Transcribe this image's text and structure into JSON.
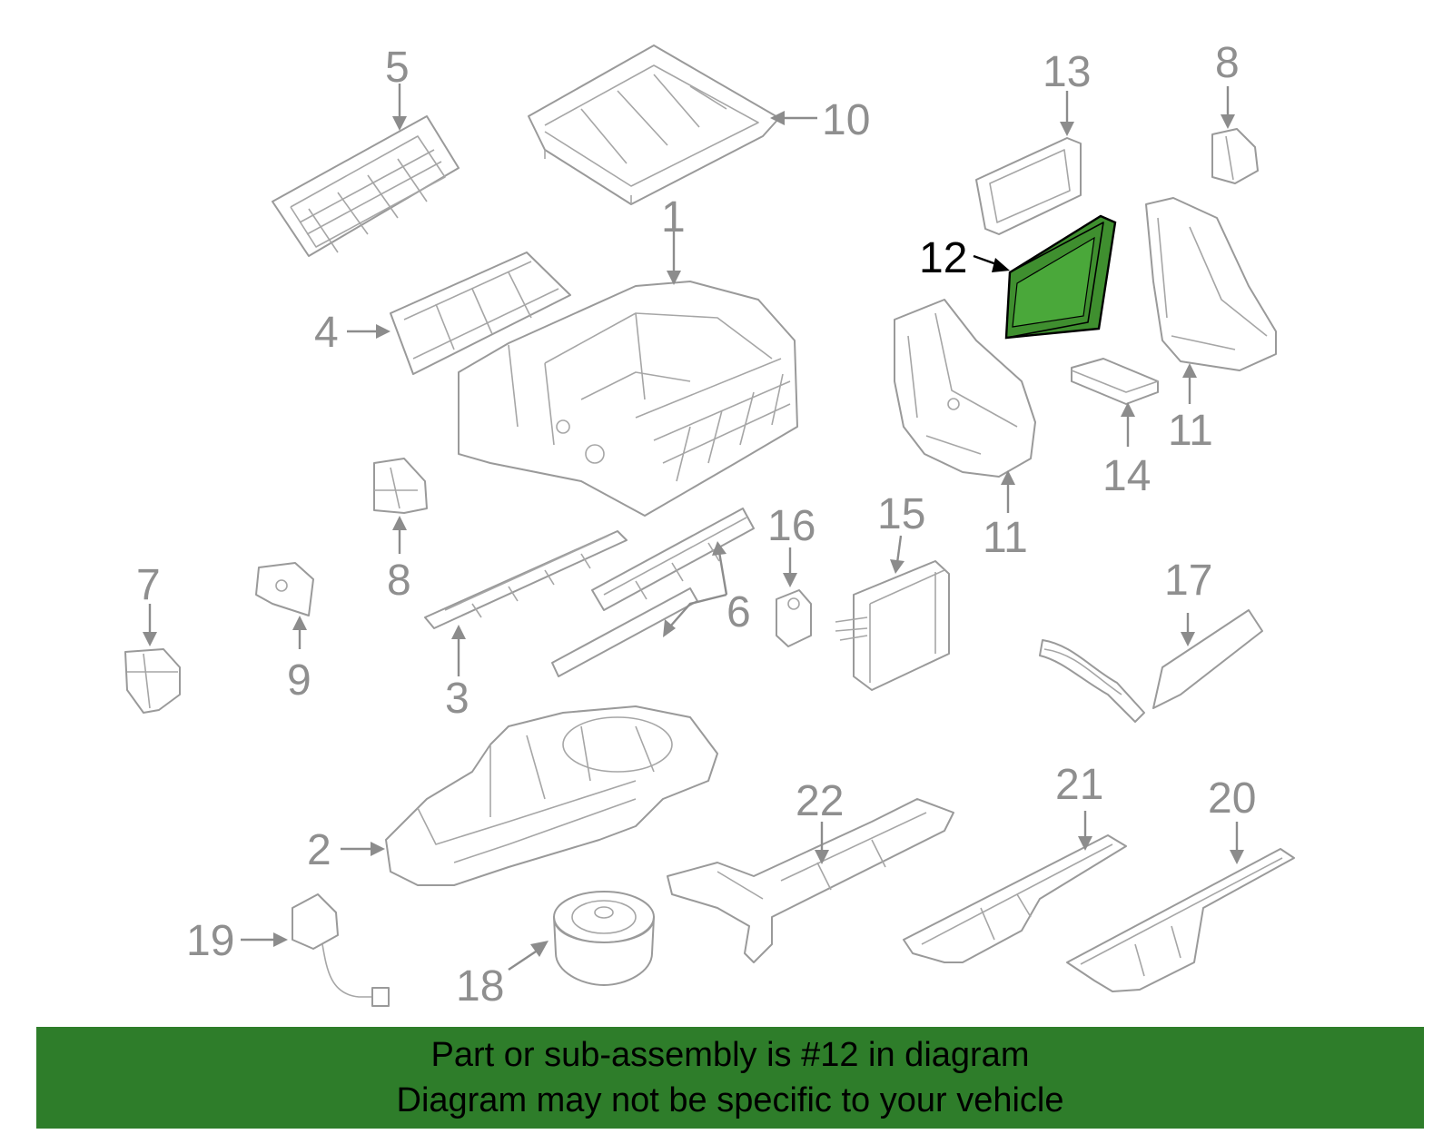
{
  "diagram": {
    "callouts": {
      "c1": "1",
      "c2": "2",
      "c3": "3",
      "c4": "4",
      "c5": "5",
      "c6": "6",
      "c7": "7",
      "c8a": "8",
      "c8b": "8",
      "c9": "9",
      "c10": "10",
      "c11a": "11",
      "c11b": "11",
      "c12": "12",
      "c13": "13",
      "c14": "14",
      "c15": "15",
      "c16": "16",
      "c17": "17",
      "c18": "18",
      "c19": "19",
      "c20": "20",
      "c21": "21",
      "c22": "22"
    },
    "highlighted_part": "12",
    "colors": {
      "highlight": "#3f8f2f",
      "parts": "#9a9a9a",
      "banner": "#2e7d2a"
    }
  },
  "footer": {
    "line1": "Part or sub-assembly is #12 in diagram",
    "line2": "Diagram may not be specific to your vehicle"
  }
}
